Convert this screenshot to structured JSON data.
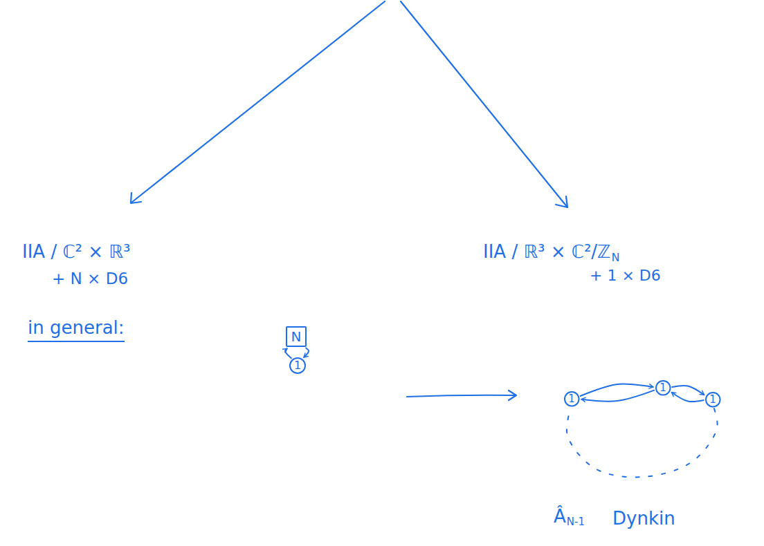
{
  "diagram": {
    "nodes": [
      {
        "text": [
          "N"
        ]
      },
      {
        "text": [
          "1"
        ]
      },
      {
        "text": [
          "1"
        ]
      },
      {
        "text": [
          "1"
        ]
      },
      {
        "text": [
          "1"
        ]
      }
    ],
    "edges": [
      {
        "from": 1,
        "to": 0,
        "arrow": "to"
      },
      {
        "from": 0,
        "to": 1,
        "arrow": "to"
      },
      {
        "from": 2,
        "to": 3,
        "arrow": "to"
      },
      {
        "from": 3,
        "to": 2,
        "arrow": "to"
      },
      {
        "from": 3,
        "to": 4,
        "arrow": "to"
      },
      {
        "from": 4,
        "to": 3,
        "arrow": "to"
      },
      {
        "from": 4,
        "to": 2,
        "arrow": "none"
      }
    ],
    "labels": [
      "IIA / ℂ² × ℝ³",
      "+ N × D6",
      "IIA / ℝ³ × ℂ²/ℤ",
      "N",
      "+ 1 × D6",
      "in general:",
      "Â",
      "N-1",
      "Dynkin"
    ]
  }
}
